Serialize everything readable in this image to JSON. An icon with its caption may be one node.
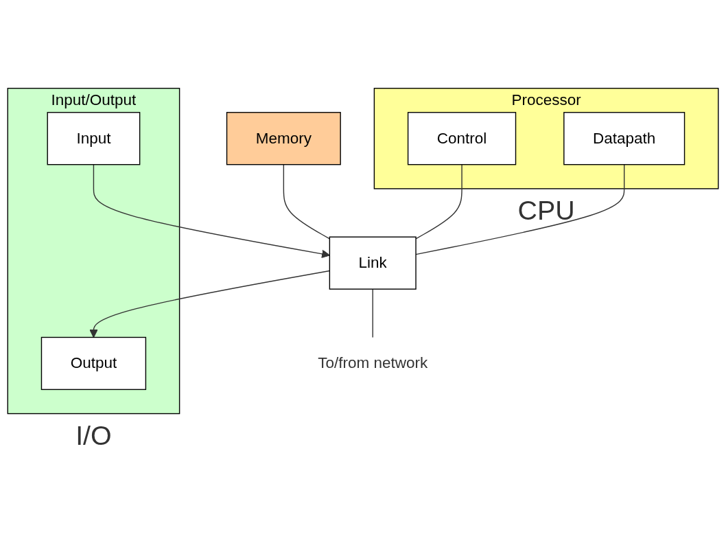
{
  "diagram": {
    "nodes": [
      {
        "text": [
          "Memory"
        ]
      },
      {
        "text": [
          "Processor"
        ],
        "beside": [
          "CPU"
        ]
      },
      {
        "text": [
          "Control"
        ],
        "in": 1
      },
      {
        "text": [
          "Datapath"
        ],
        "in": 1
      },
      {
        "text": [
          "Link"
        ]
      },
      {
        "text": [
          "Input/Output"
        ],
        "beside": [
          "I/O"
        ]
      },
      {
        "text": [
          "Input"
        ],
        "in": 5
      },
      {
        "text": [
          "Output"
        ],
        "in": 5
      },
      {
        "text": [
          "To/from network"
        ]
      }
    ],
    "edges": [
      {
        "from": 0,
        "to": 4,
        "arrow": "none"
      },
      {
        "from": 2,
        "to": 4,
        "arrow": "none"
      },
      {
        "from": 3,
        "to": 4,
        "arrow": "none"
      },
      {
        "from": 6,
        "to": 4,
        "arrow": "to"
      },
      {
        "from": 4,
        "to": 7,
        "arrow": "to"
      },
      {
        "from": 4,
        "to": 8,
        "arrow": "none"
      }
    ]
  }
}
